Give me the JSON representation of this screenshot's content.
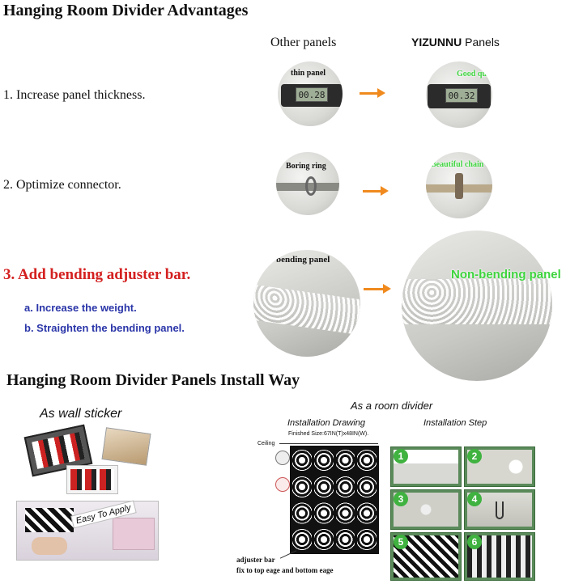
{
  "section1": {
    "title": "Hanging Room Divider Advantages",
    "col_other": "Other panels",
    "col_yizunnu_brand": "YIZUNNU",
    "col_yizunnu_suffix": " Panels",
    "step1": "1. Increase panel thickness.",
    "step2": "2. Optimize connector.",
    "step3": "3. Add bending adjuster bar.",
    "step3a": "a. Increase the weight.",
    "step3b": "b. Straighten the bending panel.",
    "tag_thin": "thin panel",
    "tag_good": "Good quality",
    "caliper_left": "00.28",
    "caliper_right": "00.32",
    "tag_boring": "Boring ring",
    "tag_chain": "Beautiful chain",
    "tag_bending": "bending panel",
    "tag_nonbending": "Non-bending panel"
  },
  "section2": {
    "title": "Hanging Room Divider Panels Install Way",
    "wall_sticker": "As wall sticker",
    "easy_apply": "Easy To Apply",
    "room_divider": "As a room divider",
    "install_drawing": "Installation Drawing",
    "install_step": "Installation Step",
    "finished_size": "Finished Size:67IN(T)x48IN(W).",
    "ceiling": "Ceiling",
    "adjuster_line1": "adjuster bar",
    "adjuster_line2": "fix to top eage and bottom eage",
    "steps": [
      "1",
      "2",
      "3",
      "4",
      "5",
      "6"
    ]
  },
  "colors": {
    "accent_red": "#d42020",
    "accent_blue": "#2a35a8",
    "arrow_orange": "#f08a1e",
    "tag_green": "#3ed43e"
  }
}
